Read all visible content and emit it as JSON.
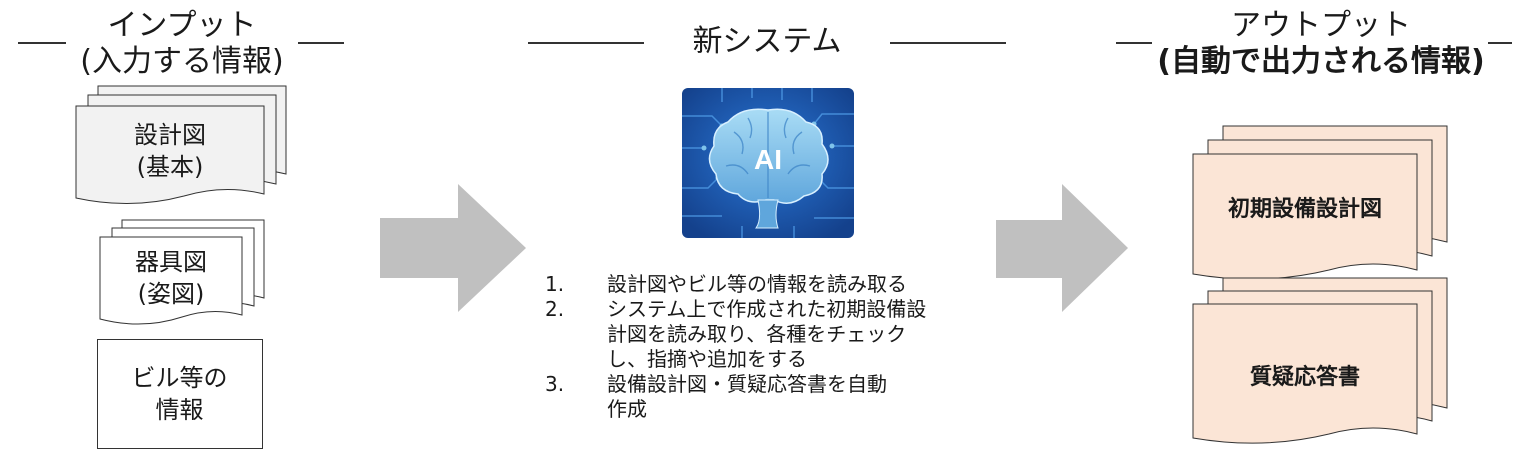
{
  "input": {
    "title_line1": "インプット",
    "title_line2": "(入力する情報)",
    "docs": [
      {
        "label": "設計図\n(基本)"
      },
      {
        "label": "器具図\n(姿図)"
      },
      {
        "label": "ビル等の\n情報"
      }
    ]
  },
  "system": {
    "title": "新システム",
    "ai_label": "AI",
    "ai_icon": "brain-circuit-icon",
    "steps": [
      {
        "num": "1.",
        "text": "設計図やビル等の情報を読み取る"
      },
      {
        "num": "2.",
        "text": "システム上で作成された初期設備設計図を読み取り、各種をチェックし、指摘や追加をする"
      },
      {
        "num": "3.",
        "text": "設備設計図・質疑応答書を自動作成"
      }
    ]
  },
  "output": {
    "title_line1": "アウトプット",
    "title_line2": "(自動で出力される情報)",
    "docs": [
      {
        "label": "初期設備設計図"
      },
      {
        "label": "質疑応答書"
      }
    ]
  },
  "colors": {
    "input_doc_fill": "#f2f2f2",
    "output_doc_fill": "#fbe5d6",
    "arrow": "#c0c0c0",
    "ai_background": "#1b5cb8",
    "ai_brain": "#7fc3ea"
  }
}
